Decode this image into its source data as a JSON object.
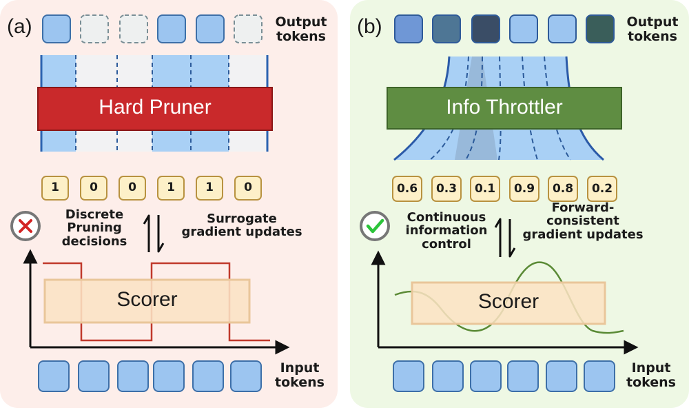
{
  "panel_a": {
    "label": "(a)",
    "output_tokens_label": "Output\ntokens",
    "input_tokens_label": "Input\ntokens",
    "bar_label": "Hard Pruner",
    "scores": [
      "1",
      "0",
      "0",
      "1",
      "1",
      "0"
    ],
    "left_note": "Discrete\nPruning\ndecisions",
    "right_note": "Surrogate\ngradient updates",
    "scorer_label": "Scorer",
    "status_icon": "cross-icon"
  },
  "panel_b": {
    "label": "(b)",
    "output_tokens_label": "Output\ntokens",
    "input_tokens_label": "Input\ntokens",
    "bar_label": "Info Throttler",
    "scores": [
      "0.6",
      "0.3",
      "0.1",
      "0.9",
      "0.8",
      "0.2"
    ],
    "left_note": "Continuous\ninformation\ncontrol",
    "right_note": "Forward-\nconsistent\ngradient updates",
    "scorer_label": "Scorer",
    "status_icon": "check-icon"
  },
  "colors": {
    "panel_a_bg": "#fdeeea",
    "panel_b_bg": "#eef8e4",
    "token_blue": "#9cc5f0",
    "hard_pruner": "#c9292b",
    "info_throttler": "#5f8d42",
    "scorer_fill": "#fbe3c4",
    "score_box": "#fdf0c8",
    "step_line": "#c0392b",
    "curve_line": "#5a8a35"
  }
}
